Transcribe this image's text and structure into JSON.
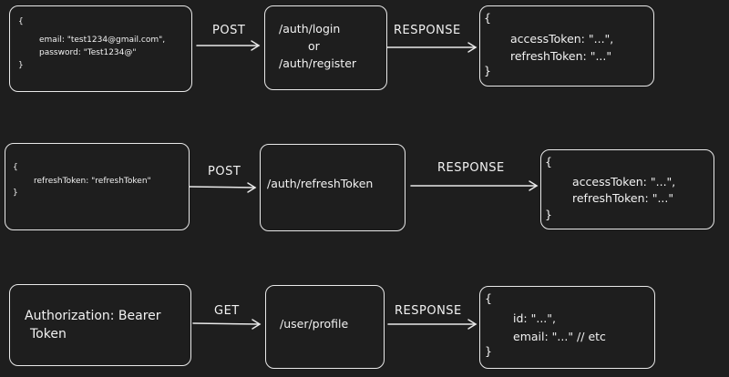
{
  "row1": {
    "request": {
      "open": "{",
      "line1": "email: \"test1234@gmail.com\",",
      "line2": "password: \"Test1234@\"",
      "close": "}"
    },
    "method": "POST",
    "endpoint": {
      "line1": "/auth/login",
      "line2": "or",
      "line3": "/auth/register"
    },
    "response_label": "RESPONSE",
    "response": {
      "open": "{",
      "line1": "accessToken: \"...\",",
      "line2": "refreshToken: \"...\"",
      "close": "}"
    }
  },
  "row2": {
    "request": {
      "open": "{",
      "line1": "refreshToken: \"refreshToken\"",
      "close": "}"
    },
    "method": "POST",
    "endpoint": {
      "line1": "/auth/refreshToken"
    },
    "response_label": "RESPONSE",
    "response": {
      "open": "{",
      "line1": "accessToken: \"...\",",
      "line2": "refreshToken: \"...\"",
      "close": "}"
    }
  },
  "row3": {
    "request": {
      "line1": "Authorization: Bearer",
      "line2": "Token"
    },
    "method": "GET",
    "endpoint": {
      "line1": "/user/profile"
    },
    "response_label": "RESPONSE",
    "response": {
      "open": "{",
      "line1": "id: \"...\",",
      "line2": "email: \"...\" // etc",
      "close": "}"
    }
  }
}
